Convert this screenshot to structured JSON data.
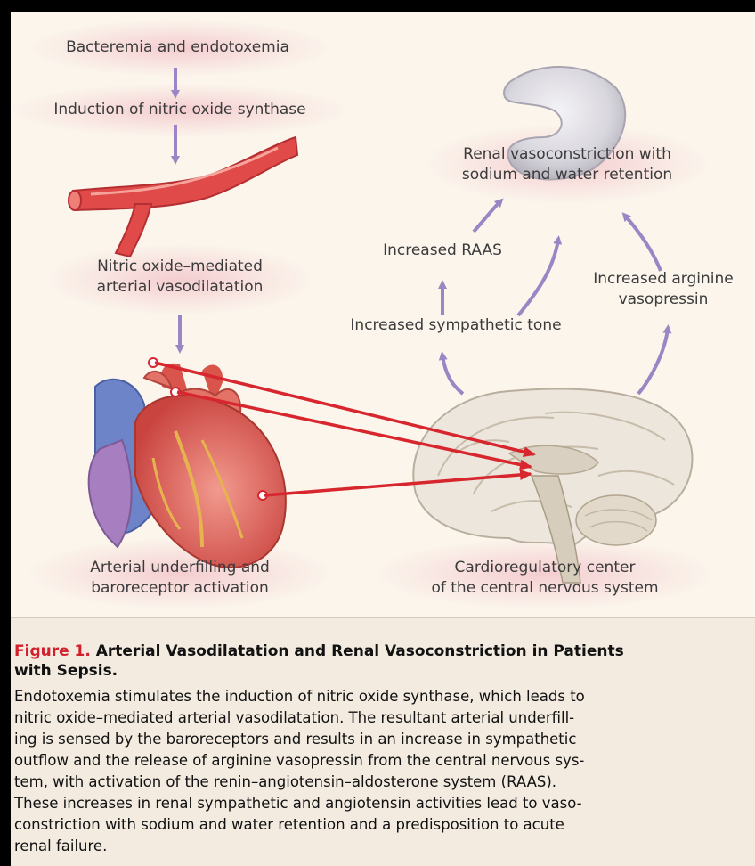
{
  "labels": {
    "bacteremia": "Bacteremia and endotoxemia",
    "induction": "Induction of nitric oxide synthase",
    "vasodilatation": [
      "Nitric oxide–mediated",
      "arterial vasodilatation"
    ],
    "underfilling": [
      "Arterial underfilling and",
      "baroreceptor activation"
    ],
    "cns": [
      "Cardioregulatory center",
      "of the central nervous system"
    ],
    "renal": [
      "Renal vasoconstriction with",
      "sodium and water retention"
    ],
    "raas": "Increased RAAS",
    "sympathetic": "Increased sympathetic tone",
    "vasopressin": [
      "Increased arginine",
      "vasopressin"
    ]
  },
  "caption": {
    "figure_label": "Figure 1.",
    "title_lines": [
      "Arterial Vasodilatation and Renal Vasoconstriction in Patients",
      "with Sepsis."
    ],
    "body_lines": [
      "Endotoxemia stimulates the induction of nitric oxide synthase, which leads to",
      "nitric oxide–mediated arterial vasodilatation. The resultant arterial underfill-",
      "ing is sensed by the baroreceptors and results in an increase in sympathetic",
      "outflow and the release of arginine vasopressin from the central nervous sys-",
      "tem, with activation of the renin–angiotensin–aldosterone system (RAAS).",
      "These increases in renal sympathetic and angiotensin activities lead to vaso-",
      "constriction with sodium and water retention and a predisposition to acute",
      "renal failure."
    ]
  },
  "colors": {
    "arrow_purple": "#9a86c4",
    "arrow_red": "#d8262e",
    "figure_label_red": "#d21f2b",
    "artery_red": "#e04a48",
    "glow_pink": "#f3c6cb",
    "background": "#fbf5ec"
  },
  "illustrations": [
    "artery-illustration",
    "heart-illustration",
    "brain-illustration",
    "kidney-illustration"
  ]
}
